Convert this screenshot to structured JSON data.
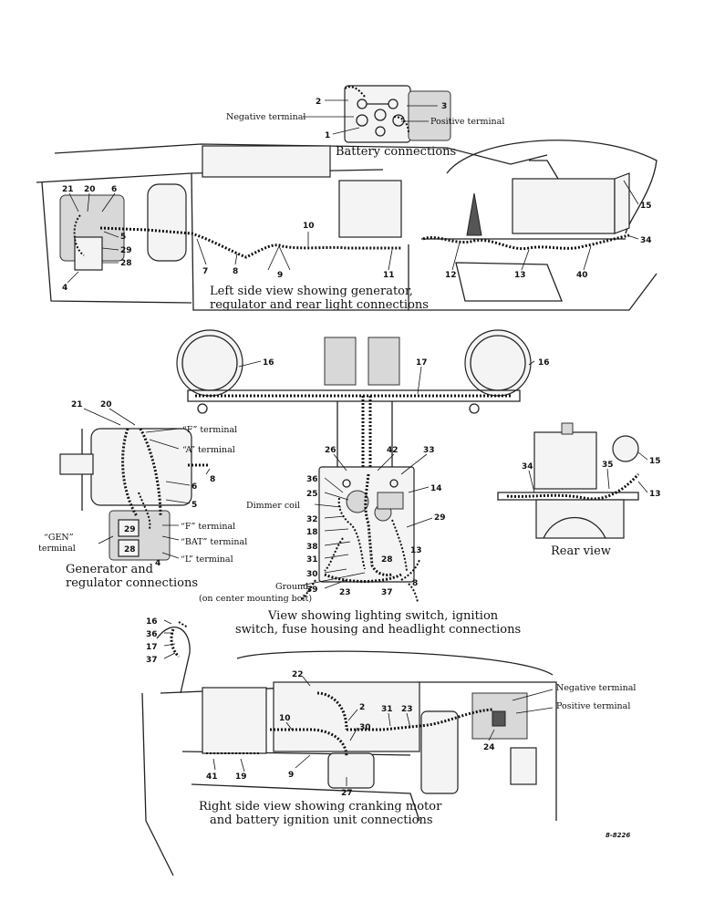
{
  "captions": {
    "battery": "Battery connections",
    "left_side_1": "Left side view showing generator,",
    "left_side_2": "regulator and rear light connections",
    "generator_1": "Generator and",
    "generator_2": "regulator connections",
    "rear": "Rear view",
    "lighting_1": "View showing lighting switch, ignition",
    "lighting_2": "switch, fuse housing and headlight connections",
    "right_side_1": "Right side view showing cranking motor",
    "right_side_2": "and battery ignition unit connections"
  },
  "labels": {
    "negative_terminal": "Negative terminal",
    "positive_terminal": "Positive terminal",
    "f_terminal": "“F” terminal",
    "a_terminal": "“A” terminal",
    "f_terminal_2": "“F” terminal",
    "bat_terminal": "“BAT” terminal",
    "l_terminal": "“L” terminal",
    "gen_terminal_1": "“GEN”",
    "gen_terminal_2": "terminal",
    "dimmer_coil": "Dimmer coil",
    "ground_1": "Ground",
    "ground_2": "(on center mounting bolt)",
    "negative_terminal_2": "Negative terminal",
    "positive_terminal_2": "Positive terminal",
    "figure_id": "8-8226"
  },
  "numbers": {
    "battery": [
      "2",
      "3",
      "1"
    ],
    "left": [
      "21",
      "20",
      "6",
      "5",
      "29",
      "28",
      "4",
      "7",
      "8",
      "9",
      "10",
      "11",
      "12",
      "13",
      "40",
      "34",
      "15"
    ],
    "headlights": [
      "16",
      "17",
      "16"
    ],
    "generator": [
      "21",
      "20",
      "8",
      "6",
      "5",
      "29",
      "28",
      "4"
    ],
    "center": [
      "26",
      "42",
      "33",
      "14",
      "36",
      "25",
      "32",
      "18",
      "38",
      "31",
      "30",
      "39",
      "23",
      "37",
      "28",
      "29",
      "13",
      "8"
    ],
    "rear": [
      "15",
      "34",
      "35",
      "13"
    ],
    "right": [
      "16",
      "36",
      "17",
      "37",
      "22",
      "10",
      "2",
      "31",
      "23",
      "30",
      "9",
      "41",
      "19",
      "27",
      "24"
    ]
  }
}
